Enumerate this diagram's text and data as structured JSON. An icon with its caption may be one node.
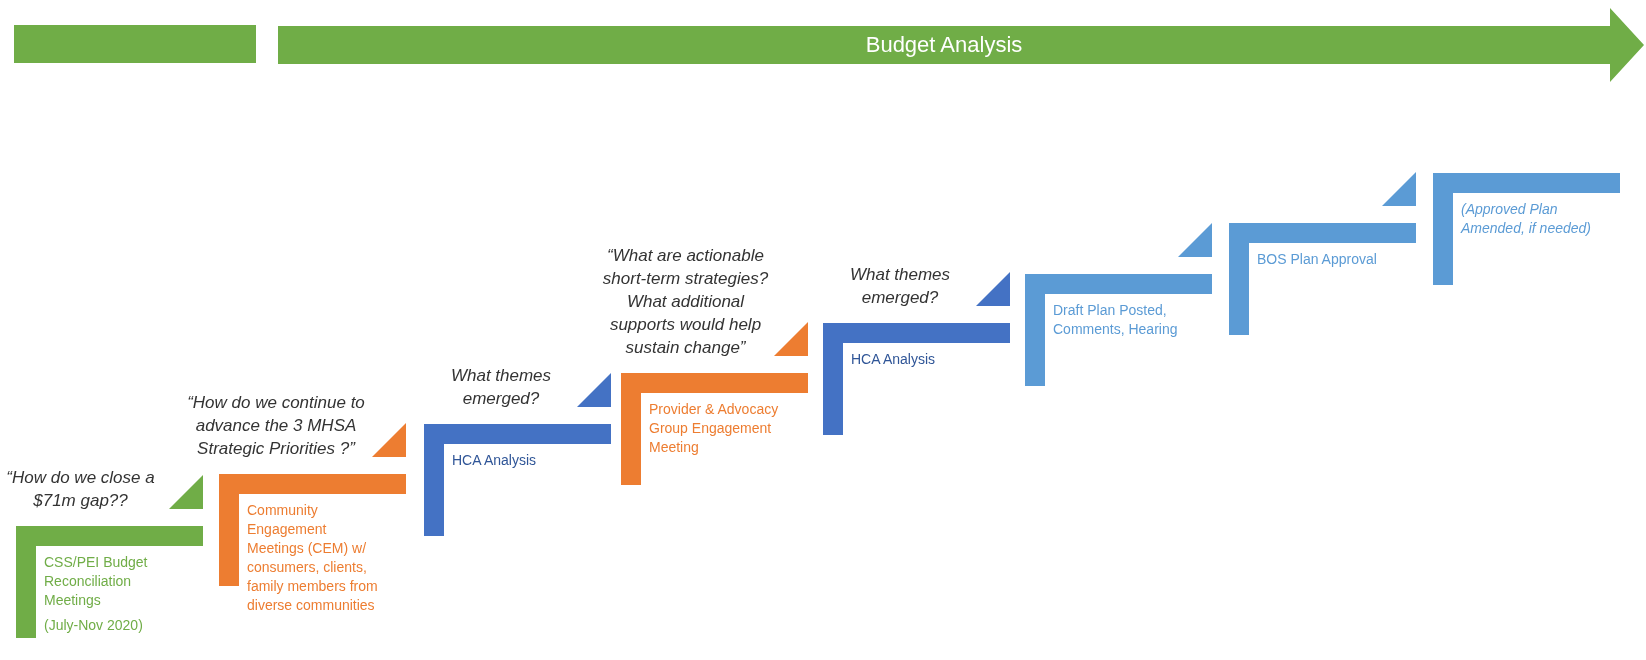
{
  "diagram": {
    "nodes": [
      {
        "text": [],
        "shape": "bar"
      },
      {
        "text": [
          "Budget Analysis"
        ]
      },
      {
        "text": [
          "CSS/PEI Budget Reconciliation Meetings",
          "(July-Nov 2020)"
        ],
        "beside": [
          "“How do we close a $71m gap??"
        ]
      },
      {
        "text": [
          "Community Engagement Meetings (CEM) w/ consumers, clients, family members from diverse communities"
        ],
        "beside": [
          "“How do we continue to advance the 3 MHSA Strategic Priorities ?”"
        ]
      },
      {
        "text": [
          "HCA Analysis"
        ],
        "beside": [
          "What themes emerged?"
        ]
      },
      {
        "text": [
          "Provider & Advocacy Group Engagement Meeting"
        ],
        "beside": [
          "“What are actionable short-term strategies? What additional supports would help sustain change”"
        ]
      },
      {
        "text": [
          "HCA Analysis"
        ],
        "beside": [
          "What themes emerged?"
        ]
      },
      {
        "text": [
          "Draft Plan Posted, Comments, Hearing"
        ]
      },
      {
        "text": [
          "BOS Plan Approval"
        ]
      },
      {
        "text": [
          "(Approved Plan Amended, if needed)"
        ]
      }
    ],
    "edges": [
      {
        "from": 3,
        "to": 2,
        "arrow": "to"
      },
      {
        "from": 4,
        "to": 3,
        "arrow": "to"
      },
      {
        "from": 5,
        "to": 4,
        "arrow": "to"
      },
      {
        "from": 6,
        "to": 5,
        "arrow": "to"
      },
      {
        "from": 7,
        "to": 6,
        "arrow": "to"
      },
      {
        "from": 8,
        "to": 7,
        "arrow": "to"
      },
      {
        "from": 9,
        "to": 8,
        "arrow": "to"
      }
    ]
  }
}
